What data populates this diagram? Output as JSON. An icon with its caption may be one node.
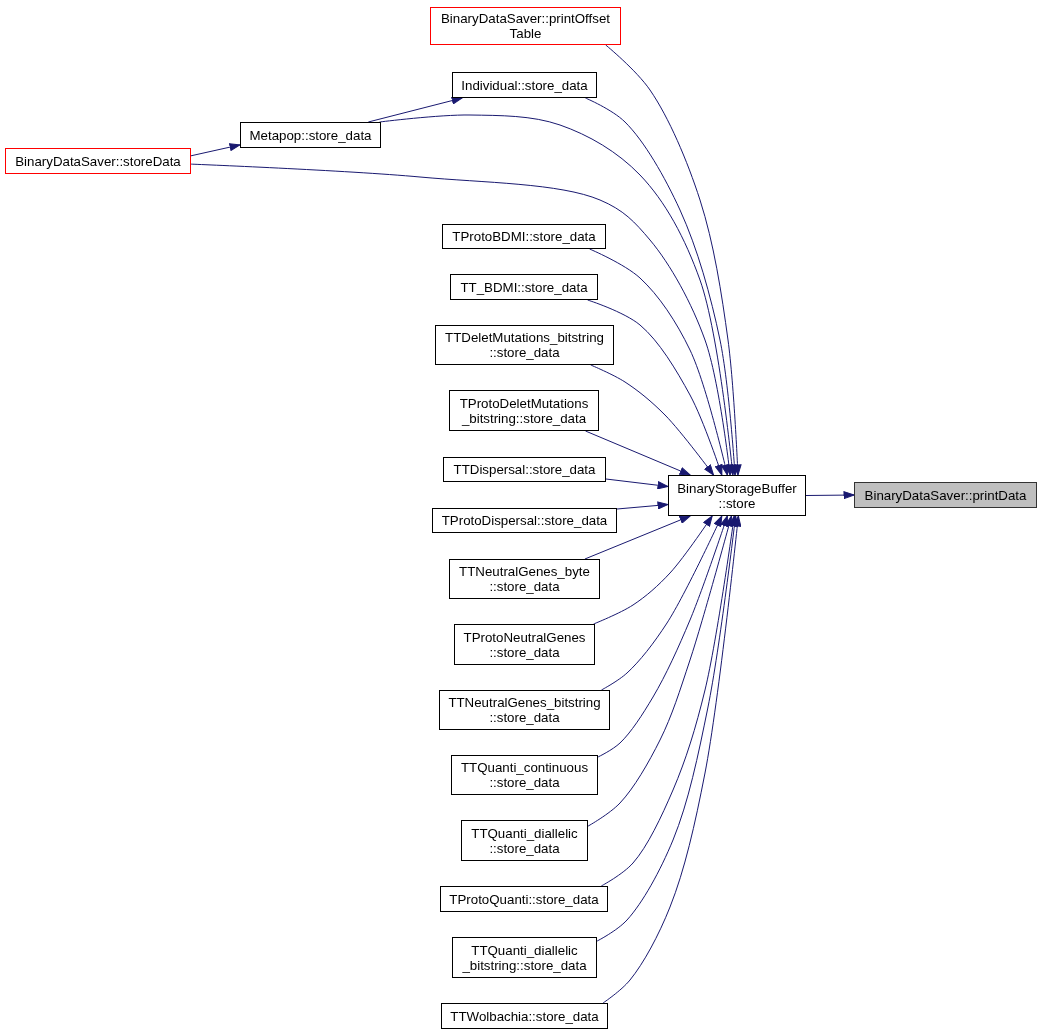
{
  "diagram": {
    "nodes": [
      {
        "text": [
          "BinaryDataSaver::printOffset Table"
        ]
      },
      {
        "text": [
          "Individual::store_data"
        ]
      },
      {
        "text": [
          "Metapop::store_data"
        ]
      },
      {
        "text": [
          "BinaryDataSaver::storeData"
        ]
      },
      {
        "text": [
          "TProtoBDMI::store_data"
        ]
      },
      {
        "text": [
          "TT_BDMI::store_data"
        ]
      },
      {
        "text": [
          "TTDeletMutations_bitstring ::store_data"
        ]
      },
      {
        "text": [
          "TProtoDeletMutations _bitstring::store_data"
        ]
      },
      {
        "text": [
          "TTDispersal::store_data"
        ]
      },
      {
        "text": [
          "TProtoDispersal::store_data"
        ]
      },
      {
        "text": [
          "TTNeutralGenes_byte ::store_data"
        ]
      },
      {
        "text": [
          "TProtoNeutralGenes ::store_data"
        ]
      },
      {
        "text": [
          "TTNeutralGenes_bitstring ::store_data"
        ]
      },
      {
        "text": [
          "TTQuanti_continuous ::store_data"
        ]
      },
      {
        "text": [
          "TTQuanti_diallelic ::store_data"
        ]
      },
      {
        "text": [
          "TProtoQuanti::store_data"
        ]
      },
      {
        "text": [
          "TTQuanti_diallelic _bitstring::store_data"
        ]
      },
      {
        "text": [
          "TTWolbachia::store_data"
        ]
      },
      {
        "text": [
          "BinaryStorageBuffer ::store"
        ]
      },
      {
        "text": [
          "BinaryDataSaver::printData"
        ]
      }
    ],
    "edges": [
      {
        "from": 0,
        "to": 18,
        "arrow": "to"
      },
      {
        "from": 2,
        "to": 1,
        "arrow": "to"
      },
      {
        "from": 1,
        "to": 18,
        "arrow": "to"
      },
      {
        "from": 2,
        "to": 18,
        "arrow": "to"
      },
      {
        "from": 3,
        "to": 2,
        "arrow": "to"
      },
      {
        "from": 3,
        "to": 18,
        "arrow": "to"
      },
      {
        "from": 4,
        "to": 18,
        "arrow": "to"
      },
      {
        "from": 5,
        "to": 18,
        "arrow": "to"
      },
      {
        "from": 6,
        "to": 18,
        "arrow": "to"
      },
      {
        "from": 7,
        "to": 18,
        "arrow": "to"
      },
      {
        "from": 8,
        "to": 18,
        "arrow": "to"
      },
      {
        "from": 9,
        "to": 18,
        "arrow": "to"
      },
      {
        "from": 10,
        "to": 18,
        "arrow": "to"
      },
      {
        "from": 11,
        "to": 18,
        "arrow": "to"
      },
      {
        "from": 12,
        "to": 18,
        "arrow": "to"
      },
      {
        "from": 13,
        "to": 18,
        "arrow": "to"
      },
      {
        "from": 14,
        "to": 18,
        "arrow": "to"
      },
      {
        "from": 15,
        "to": 18,
        "arrow": "to"
      },
      {
        "from": 16,
        "to": 18,
        "arrow": "to"
      },
      {
        "from": 17,
        "to": 18,
        "arrow": "to"
      },
      {
        "from": 18,
        "to": 19,
        "arrow": "to"
      }
    ]
  }
}
